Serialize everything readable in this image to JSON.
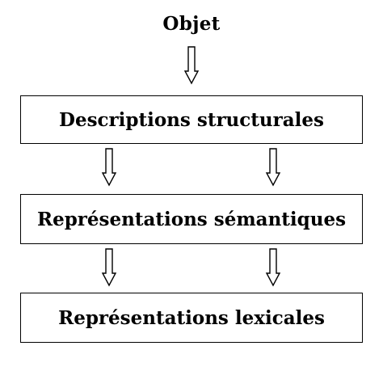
{
  "diagram": {
    "title": "Objet",
    "boxes": [
      {
        "label": "Descriptions structurales"
      },
      {
        "label": "Représentations sémantiques"
      },
      {
        "label": "Représentations lexicales"
      }
    ]
  }
}
